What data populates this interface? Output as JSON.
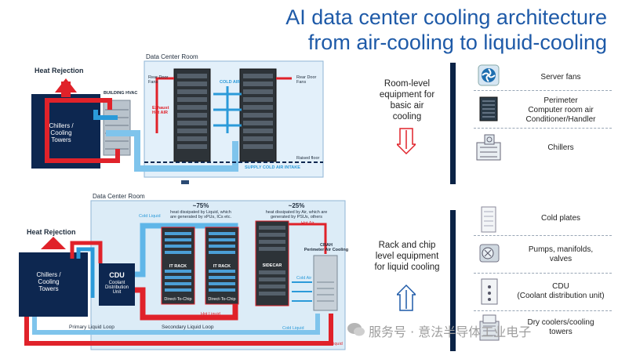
{
  "title": {
    "line1": "AI data center cooling architecture",
    "line2": "from air-cooling to liquid-cooling"
  },
  "top": {
    "heat_rejection": "Heat Rejection",
    "data_center_room": "Data Center Room",
    "chillers": "Chillers /\nCooling\nTowers",
    "building_hvac": "BUILDING HVAC",
    "rear_door_fans_left": "Rear Door\nFans",
    "rear_door_fans_right": "Rear Door\nFans",
    "exhaust": "Exhaust\nHot AIR",
    "cold_air": "COLD AIR",
    "raised_floor": "Raised floor",
    "supply": "SUPPLY COLD AIR INTAKE"
  },
  "bottom": {
    "heat_rejection": "Heat Rejection",
    "data_center_room": "Data Center Room",
    "chillers": "Chillers /\nCooling\nTowers",
    "cdu": "CDU",
    "cdu_sub": "Coolant\nDistribution\nUnit",
    "pct75": "~75%",
    "pct75_desc": "heat dissipated by Liquid, which\nare generated by xPUs, ICs etc.",
    "pct25": "~25%",
    "pct25_desc": "heat dissipated by Air, which are\ngenerated by PSUs, others",
    "cold_liquid_top": "Cold Liquid",
    "hot_air": "Hot Air",
    "crah": "CRAH\nPerimeter Air Cooling",
    "cold_air": "Cold Air",
    "it_rack_1": "IT RACK",
    "it_rack_2": "IT RACK",
    "sidecar": "SIDECAR",
    "dtc_1": "Direct-To-Chip",
    "dtc_2": "Direct-To-Chip",
    "hot_liquid_mid": "Hot Liquid",
    "primary_loop": "Primary Liquid Loop",
    "secondary_loop": "Secondary Liquid Loop",
    "cold_liquid_bottom": "Cold Liquid",
    "hot_liquid_bottom": "Hot Liquid"
  },
  "room_level": "Room-level\nequipment for\nbasic air\ncooling",
  "rack_level": "Rack and chip\nlevel equipment\nfor liquid cooling",
  "legend_top": [
    {
      "label": "Server fans",
      "icon": "fan-icon"
    },
    {
      "label": "Perimeter\nComputer room air\nConditioner/Handler",
      "icon": "crac-icon"
    },
    {
      "label": "Chillers",
      "icon": "chiller-icon"
    }
  ],
  "legend_bottom": [
    {
      "label": "Cold plates",
      "icon": "cold-plate-icon"
    },
    {
      "label": "Pumps, manifolds,\nvalves",
      "icon": "pump-icon"
    },
    {
      "label": "CDU\n(Coolant distribution unit)",
      "icon": "cdu-icon"
    },
    {
      "label": "Dry coolers/cooling\ntowers",
      "icon": "dry-cooler-icon"
    }
  ],
  "watermark": "服务号 · 意法半导体工业电子",
  "colors": {
    "title": "#1e5aa8",
    "navy": "#0b2346",
    "hot": "#e0222a",
    "cold": "#2b9ad9",
    "room_bg": "#dcecf7"
  }
}
